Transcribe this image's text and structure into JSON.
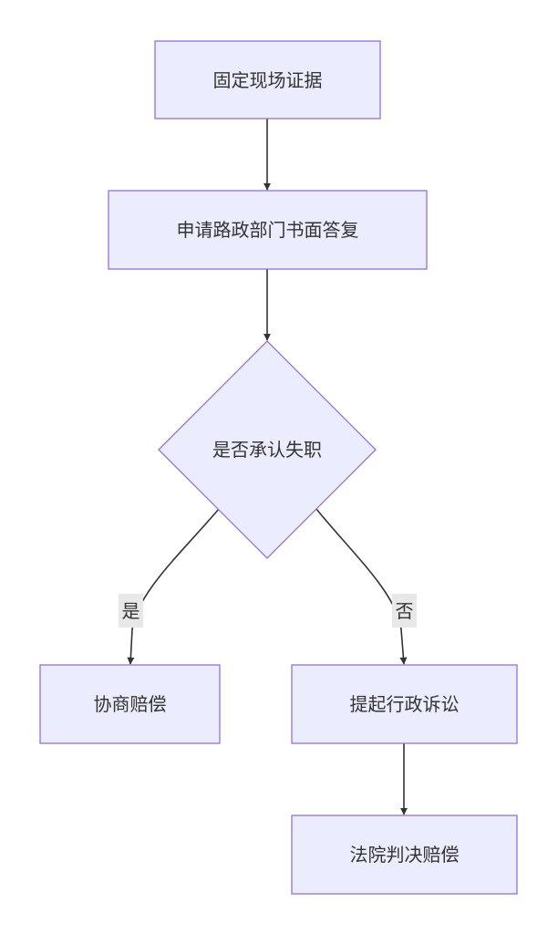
{
  "nodes": {
    "fix_evidence": "固定现场证据",
    "apply_reply": "申请路政部门书面答复",
    "admit_fault": "是否承认失职",
    "negotiate": "协商赔偿",
    "lawsuit": "提起行政诉讼",
    "court": "法院判决赔偿"
  },
  "edges": {
    "yes_label": "是",
    "no_label": "否"
  },
  "colors": {
    "node_fill": "#ececff",
    "node_stroke": "#9370db",
    "edge": "#333333",
    "label_bg": "#e8e8e8"
  }
}
